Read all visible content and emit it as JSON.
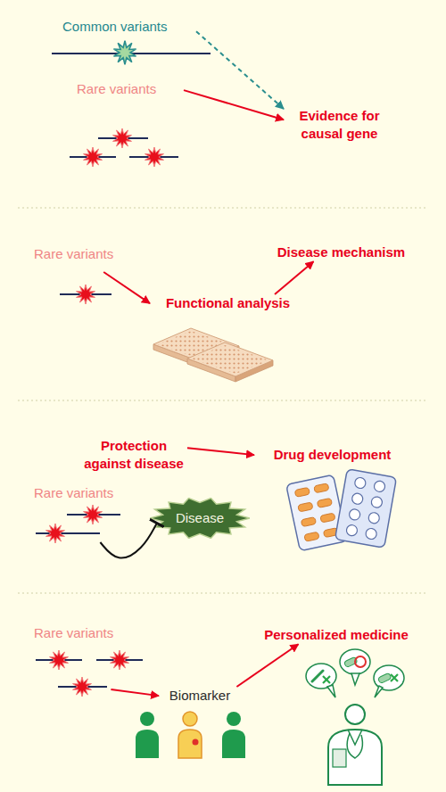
{
  "diagram": {
    "nodes": [
      {
        "text": [
          "Common variants"
        ]
      },
      {
        "text": [
          "Rare variants"
        ]
      },
      {
        "text": [
          "Evidence for causal gene"
        ]
      },
      {
        "text": [
          "Rare variants"
        ]
      },
      {
        "text": [
          "Functional analysis"
        ]
      },
      {
        "text": [
          "Disease mechanism"
        ]
      },
      {
        "text": [
          "Protection against disease"
        ]
      },
      {
        "text": [
          "Drug development"
        ]
      },
      {
        "text": [
          "Rare variants"
        ]
      },
      {
        "text": [
          "Disease"
        ]
      },
      {
        "text": [
          "Rare variants"
        ]
      },
      {
        "text": [
          "Biomarker"
        ]
      },
      {
        "text": [
          "Personalized medicine"
        ]
      }
    ],
    "edges": [
      {
        "from": 0,
        "to": 2,
        "arrow": "to"
      },
      {
        "from": 1,
        "to": 2,
        "arrow": "to"
      },
      {
        "from": 3,
        "to": 4,
        "arrow": "to"
      },
      {
        "from": 4,
        "to": 5,
        "arrow": "to"
      },
      {
        "from": 6,
        "to": 7,
        "arrow": "to"
      },
      {
        "from": 8,
        "to": 9,
        "arrow": "to"
      },
      {
        "from": 10,
        "to": 11,
        "arrow": "to"
      },
      {
        "from": 11,
        "to": 12,
        "arrow": "to"
      }
    ]
  }
}
